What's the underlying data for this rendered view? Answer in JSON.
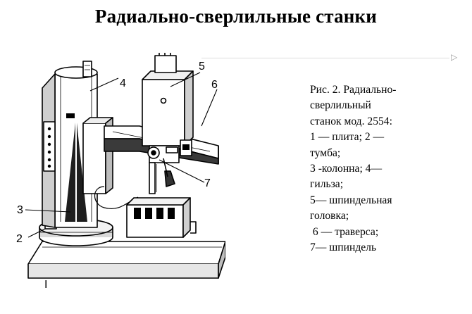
{
  "slide": {
    "title": "Радиально-сверлильные станки",
    "footer_mark": "I"
  },
  "figure": {
    "callouts": [
      "2",
      "3",
      "4",
      "5",
      "6",
      "7"
    ]
  },
  "caption": {
    "lines": [
      "Рис. 2. Радиально-",
      "сверлильный",
      "станок мод. 2554:",
      "1 — плита; 2 —",
      "тумба;",
      "3 -колонна; 4—",
      "гильза;",
      "5— шпиндельная",
      "головка;",
      " 6 — траверса;",
      "7— шпиндель"
    ]
  }
}
